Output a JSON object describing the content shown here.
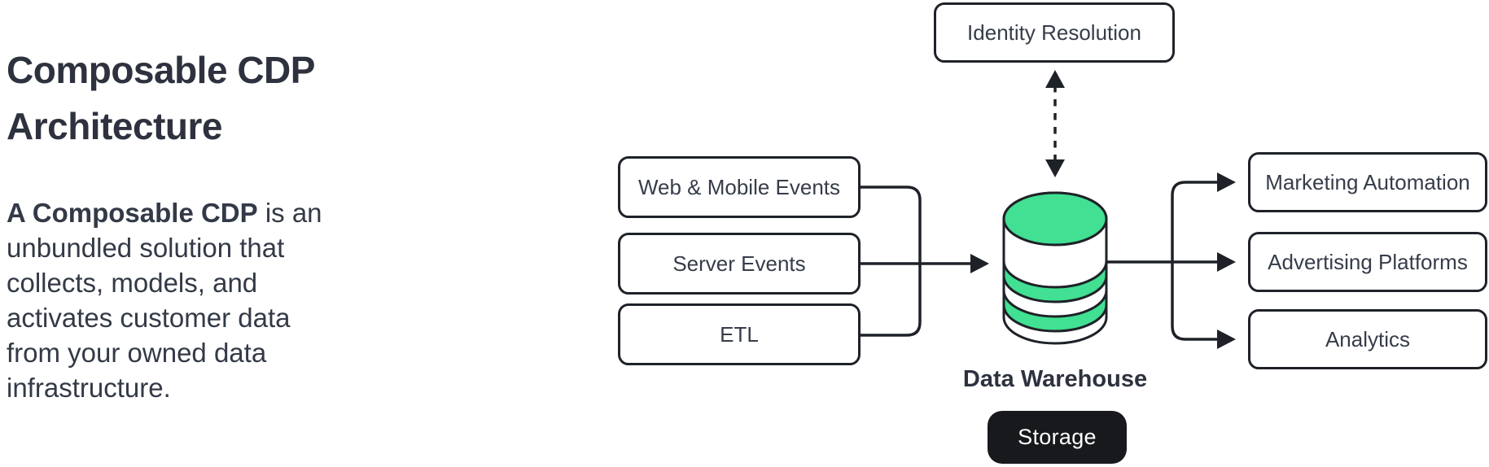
{
  "colors": {
    "background": "#ffffff",
    "ink": "#1e2228",
    "heading": "#2d323e",
    "body_text": "#333a47",
    "label_text": "#363d49",
    "green": "#41e092",
    "pill_bg": "#17191d",
    "pill_text": "#ffffff"
  },
  "left_panel": {
    "title": "Composable CDP\nArchitecture",
    "description_bold": "A Composable CDP",
    "description_rest": " is an\nunbundled solution that\ncollects, models, and\nactivates customer data\nfrom your owned data\ninfrastructure."
  },
  "diagram": {
    "identity": {
      "label": "Identity Resolution",
      "arrow_icon": "dashed-double-arrow-icon"
    },
    "sources": [
      {
        "label": "Web & Mobile Events"
      },
      {
        "label": "Server Events"
      },
      {
        "label": "ETL"
      }
    ],
    "warehouse": {
      "label": "Data Warehouse",
      "icon": "database-icon"
    },
    "storage": {
      "label": "Storage"
    },
    "destinations": [
      {
        "label": "Marketing Automation"
      },
      {
        "label": "Advertising Platforms"
      },
      {
        "label": "Analytics"
      }
    ]
  }
}
